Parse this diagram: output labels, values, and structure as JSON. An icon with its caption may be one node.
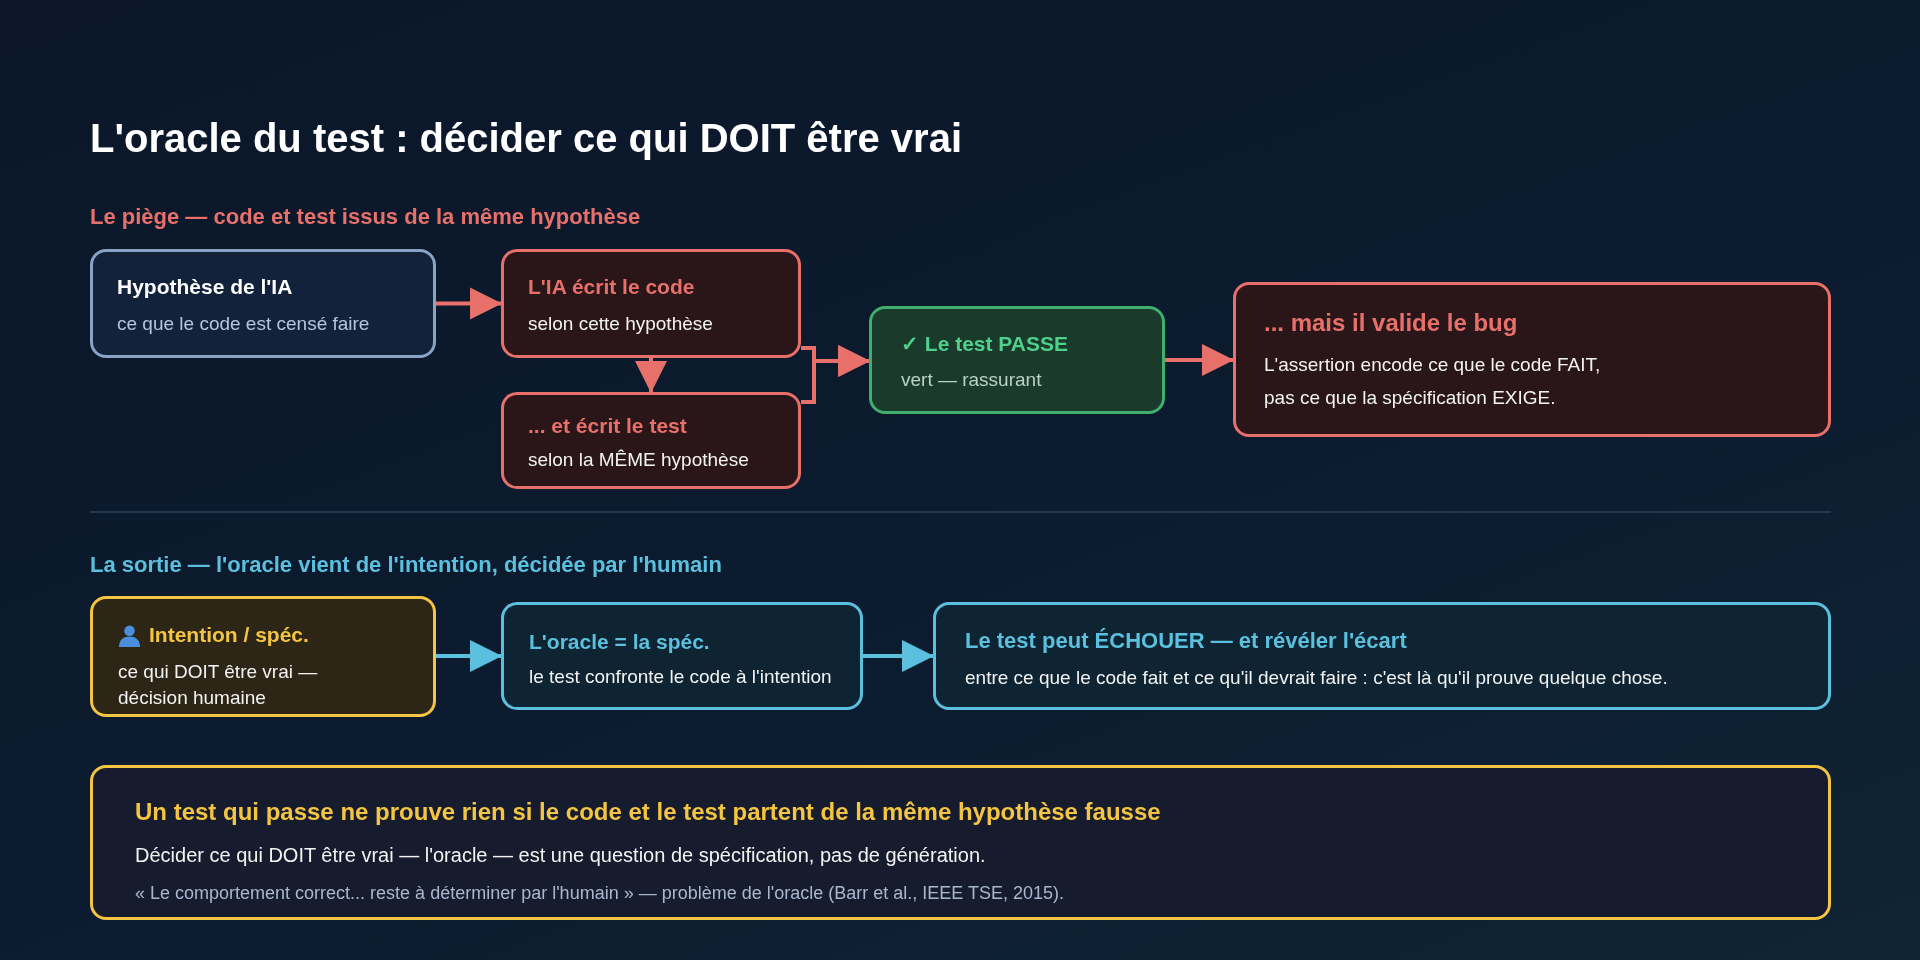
{
  "diagram": {
    "title": "L'oracle du test : décider ce qui DOIT être vrai",
    "nodes": [
      {
        "text": [
          "Hypothèse de l'IA",
          "ce que le code est censé faire"
        ]
      },
      {
        "text": [
          "L'IA écrit le code",
          "selon cette hypothèse"
        ]
      },
      {
        "text": [
          "... et écrit le test",
          "selon la MÊME hypothèse"
        ]
      },
      {
        "text": [
          "✓ Le test PASSE",
          "vert — rassurant"
        ]
      },
      {
        "text": [
          "... mais il valide le bug",
          "L'assertion encode ce que le code FAIT, pas ce que la spécification EXIGE."
        ]
      },
      {
        "text": [
          "Intention / spéc.",
          "ce qui DOIT être vrai — décision humaine"
        ]
      },
      {
        "text": [
          "L'oracle = la spéc.",
          "le test confronte le code à l'intention"
        ]
      },
      {
        "text": [
          "Le test peut ÉCHOUER — et révéler l'écart",
          "entre ce que le code fait et ce qu'il devrait faire : c'est là qu'il prouve quelque chose."
        ]
      },
      {
        "text": [
          "Un test qui passe ne prouve rien si le code et le test partent de la même hypothèse fausse",
          "Décider ce qui DOIT être vrai — l'oracle — est une question de spécification, pas de génération.",
          "« Le comportement correct... reste à déterminer par l'humain » — problème de l'oracle (Barr et al., IEEE TSE, 2015)."
        ]
      }
    ],
    "edges": [
      {
        "from": 0,
        "to": 1,
        "arrow": "to"
      },
      {
        "from": 1,
        "to": 2,
        "arrow": "to"
      },
      {
        "from": 1,
        "to": 3,
        "arrow": "to"
      },
      {
        "from": 2,
        "to": 3,
        "arrow": "to"
      },
      {
        "from": 3,
        "to": 4,
        "arrow": "to"
      },
      {
        "from": 5,
        "to": 6,
        "arrow": "to",
        "color": "#5bc0de"
      },
      {
        "from": 6,
        "to": 7,
        "arrow": "to",
        "color": "#5bc0de"
      }
    ],
    "labels": [
      "Le piège — code et test issus de la même hypothèse",
      "La sortie — l'oracle vient de l'intention, décidée par l'humain"
    ]
  }
}
